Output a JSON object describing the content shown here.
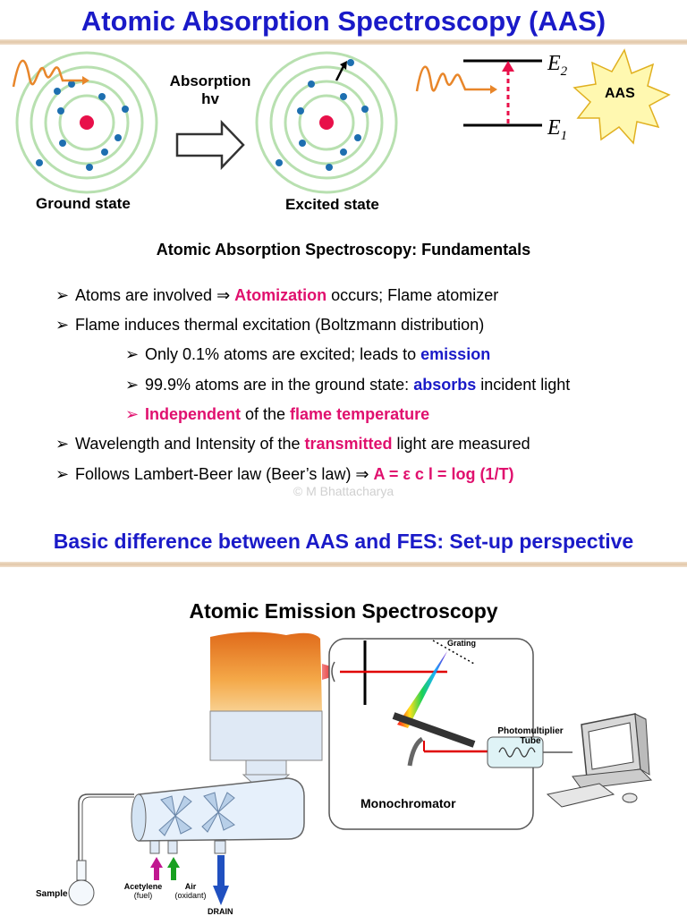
{
  "title": "Atomic Absorption Spectroscopy (AAS)",
  "top_diagram": {
    "ground_label": "Ground state",
    "excited_label": "Excited state",
    "arrow_label_line1": "Absorption",
    "arrow_label_line2": "hv",
    "e2": "E",
    "e2_sub": "2",
    "e1": "E",
    "e1_sub": "1",
    "burst_label": "AAS"
  },
  "fundamentals_title": "Atomic Absorption Spectroscopy: Fundamentals",
  "bullets": {
    "b1_pre": "Atoms are involved ⇒ ",
    "b1_hl": "Atomization",
    "b1_post": " occurs; Flame atomizer",
    "b2": "Flame induces thermal excitation (Boltzmann distribution)",
    "b3_pre": "Only 0.1% atoms are excited; leads to ",
    "b3_hl": "emission",
    "b4_pre": "99.9% atoms are in the ground state: ",
    "b4_hl": "absorbs",
    "b4_post": " incident light",
    "b5_hl1": "Independent",
    "b5_mid": " of the ",
    "b5_hl2": "flame temperature",
    "b6_pre": "Wavelength and Intensity of the ",
    "b6_hl": "transmitted",
    "b6_post": " light are measured",
    "b7_pre": "Follows Lambert-Beer law (Beer’s law) ⇒ ",
    "b7_hl": "A = ε c l = log (1/T)",
    "marker": "➢"
  },
  "watermark": "© M Bhattacharya",
  "section_title": "Basic difference between AAS and FES: Set-up perspective",
  "aes_title": "Atomic Emission Spectroscopy",
  "setup": {
    "grating": "Grating",
    "pmt_line1": "Photomultiplier",
    "pmt_line2": "Tube",
    "monochromator": "Monochromator",
    "sample": "Sample",
    "acetylene": "Acetylene",
    "fuel": "(fuel)",
    "air": "Air",
    "oxidant": "(oxidant)",
    "drain": "DRAIN"
  },
  "colors": {
    "title_blue": "#1a1ac8",
    "highlight_pink": "#e0106e",
    "orbit_green": "#b8e0b0",
    "nucleus_red": "#e8104a",
    "electron_blue": "#1e6fb0",
    "flame_orange": "#f0a040"
  }
}
